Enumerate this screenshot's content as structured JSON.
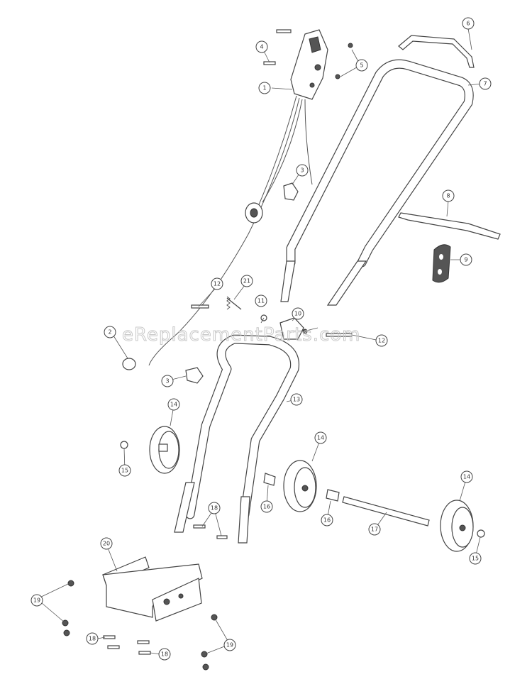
{
  "watermark": "eReplacementParts.com",
  "callouts": [
    {
      "id": "c1",
      "label": "1"
    },
    {
      "id": "c2",
      "label": "2"
    },
    {
      "id": "c3a",
      "label": "3"
    },
    {
      "id": "c3b",
      "label": "3"
    },
    {
      "id": "c4",
      "label": "4"
    },
    {
      "id": "c5",
      "label": "5"
    },
    {
      "id": "c6",
      "label": "6"
    },
    {
      "id": "c7",
      "label": "7"
    },
    {
      "id": "c8",
      "label": "8"
    },
    {
      "id": "c9",
      "label": "9"
    },
    {
      "id": "c10",
      "label": "10"
    },
    {
      "id": "c11",
      "label": "11"
    },
    {
      "id": "c12a",
      "label": "12"
    },
    {
      "id": "c12b",
      "label": "12"
    },
    {
      "id": "c13",
      "label": "13"
    },
    {
      "id": "c14a",
      "label": "14"
    },
    {
      "id": "c14b",
      "label": "14"
    },
    {
      "id": "c14c",
      "label": "14"
    },
    {
      "id": "c15a",
      "label": "15"
    },
    {
      "id": "c15b",
      "label": "15"
    },
    {
      "id": "c16a",
      "label": "16"
    },
    {
      "id": "c16b",
      "label": "16"
    },
    {
      "id": "c17",
      "label": "17"
    },
    {
      "id": "c18a",
      "label": "18"
    },
    {
      "id": "c18b",
      "label": "18"
    },
    {
      "id": "c18c",
      "label": "18"
    },
    {
      "id": "c19a",
      "label": "19"
    },
    {
      "id": "c19b",
      "label": "19"
    },
    {
      "id": "c20",
      "label": "20"
    },
    {
      "id": "c21",
      "label": "21"
    }
  ]
}
